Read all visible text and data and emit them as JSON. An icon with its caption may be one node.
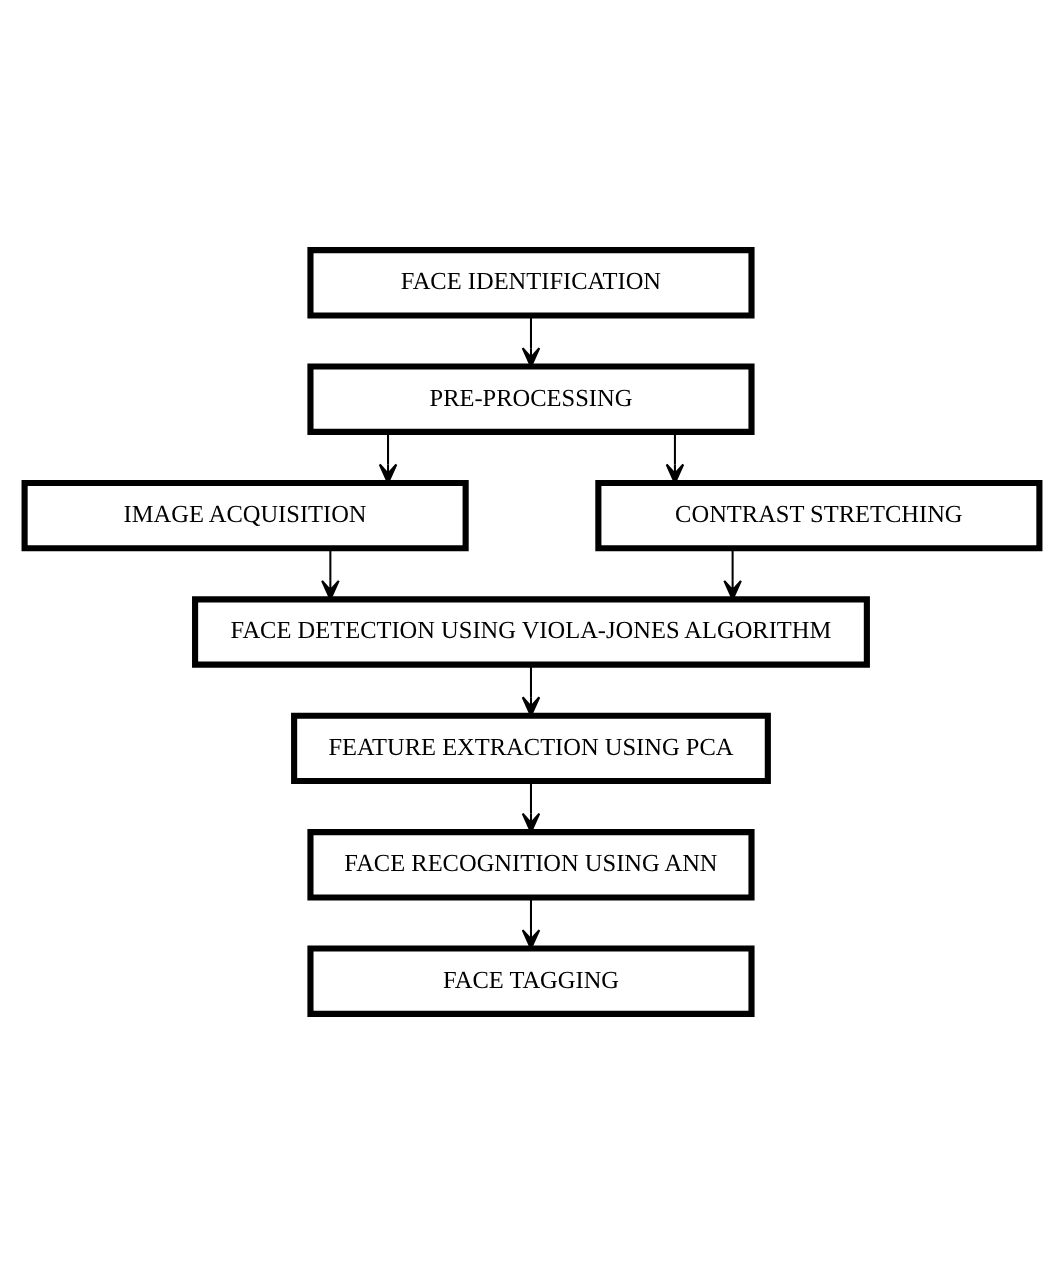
{
  "diagram": {
    "nodes": [
      {
        "text": [
          "FACE IDENTIFICATION"
        ]
      },
      {
        "text": [
          "PRE-PROCESSING"
        ]
      },
      {
        "text": [
          "IMAGE ACQUISITION"
        ]
      },
      {
        "text": [
          "CONTRAST STRETCHING"
        ]
      },
      {
        "text": [
          "FACE DETECTION USING VIOLA-JONES ALGORITHM"
        ]
      },
      {
        "text": [
          "FEATURE EXTRACTION USING PCA"
        ]
      },
      {
        "text": [
          "FACE RECOGNITION USING ANN"
        ]
      },
      {
        "text": [
          "FACE TAGGING"
        ]
      }
    ],
    "edges": [
      {
        "from": 0,
        "to": 1,
        "arrow": "to"
      },
      {
        "from": 1,
        "to": 2,
        "arrow": "to"
      },
      {
        "from": 1,
        "to": 3,
        "arrow": "to"
      },
      {
        "from": 2,
        "to": 4,
        "arrow": "to"
      },
      {
        "from": 3,
        "to": 4,
        "arrow": "to"
      },
      {
        "from": 4,
        "to": 5,
        "arrow": "to"
      },
      {
        "from": 5,
        "to": 6,
        "arrow": "to"
      },
      {
        "from": 6,
        "to": 7,
        "arrow": "to"
      }
    ]
  }
}
